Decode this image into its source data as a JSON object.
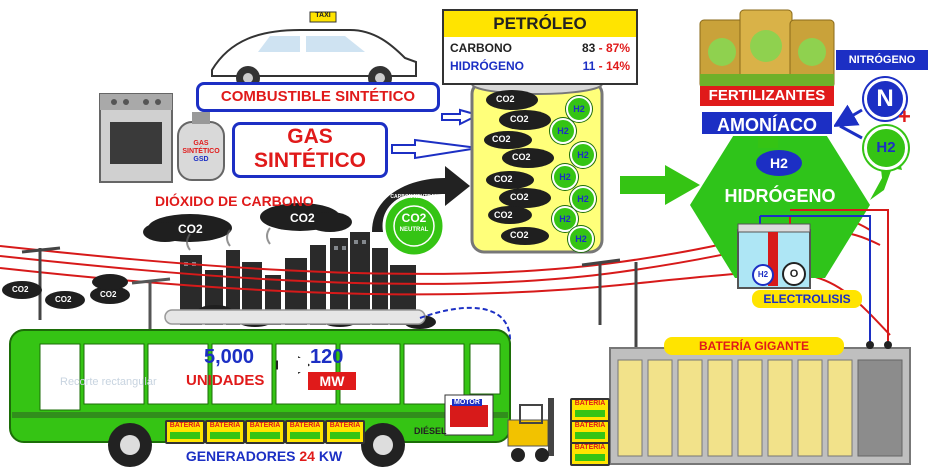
{
  "taxi": {
    "label": "TAXI"
  },
  "combustible_sintetico": "COMBUSTIBLE SINTÉTICO",
  "gas_sintetico": {
    "line1": "GAS",
    "line2": "SINTÉTICO"
  },
  "gas_tank": {
    "line1": "GAS",
    "line2": "SINTÉTICO",
    "brand": "GSD"
  },
  "dioxido": "DIÓXIDO DE CARBONO",
  "co2_label": "CO2",
  "co2_neutral": {
    "center": "CO2",
    "sub": "NEUTRAL",
    "ring": "CARBON NEUTRAL"
  },
  "petroleo": {
    "title": "PETRÓLEO",
    "rows": [
      {
        "name": "CARBONO",
        "from": "83",
        "sep": " - ",
        "to": "87%"
      },
      {
        "name": "HIDRÓGENO",
        "from": "11",
        "sep": " - ",
        "to": "14%"
      }
    ]
  },
  "h2_label": "H2",
  "fertilizantes": "FERTILIZANTES",
  "amoniaco": "AMONÍACO",
  "nitrogeno": "NITRÓGENO",
  "n_symbol": "N",
  "plus": "+",
  "hidrogeno": {
    "h2": "H2",
    "title": "HIDRÓGENO"
  },
  "electrolisis": {
    "label": "ELECTROLISIS",
    "o_symbol": "O"
  },
  "bateria_gigante": "BATERÍA GIGANTE",
  "bus": {
    "units_value": "5,000",
    "units_label": "UNIDADES",
    "power_value": "120",
    "power_unit": "MW",
    "motor": "MOTOR",
    "diesel": "DIÉSEL",
    "battery_label": "BATERIA",
    "generators_prefix": "GENERADORES",
    "generators_value": "24",
    "generators_unit": "KW"
  },
  "overlay_text": "Recorte rectangular",
  "colors": {
    "bus_green": "#35c414",
    "hex_green": "#2fc41a",
    "arrow_green": "#35c414",
    "label_red": "#e01a1a",
    "label_blue": "#1c2fc4",
    "petroleo_yellow": "#ffe400",
    "smoke": "#1f1f1f"
  }
}
